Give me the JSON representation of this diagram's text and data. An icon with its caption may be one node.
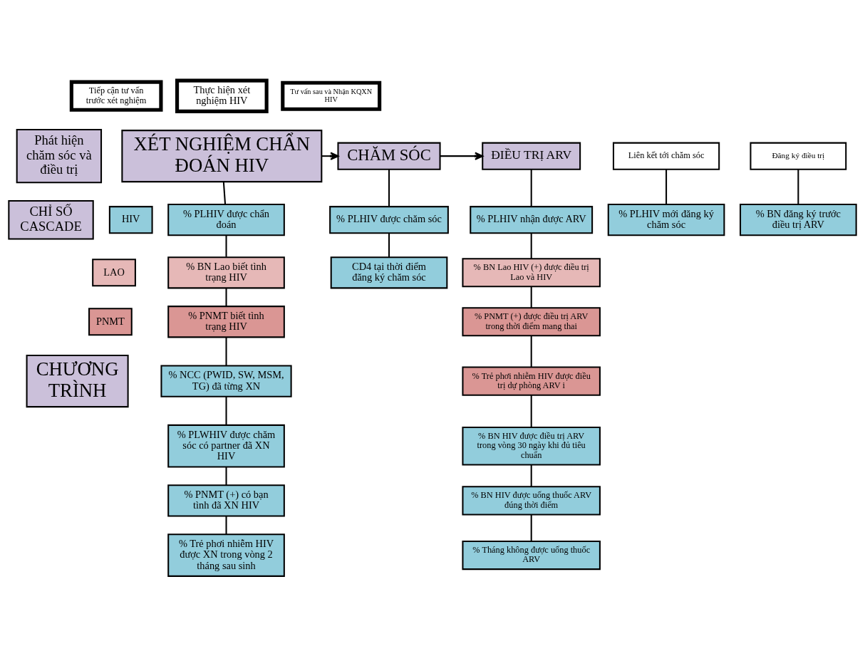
{
  "diagram": {
    "nodes": [
      {
        "text": [
          "Phát hiện chăm sóc và điều trị"
        ]
      },
      {
        "text": [
          "Tiếp cận tư vấn trước xét nghiệm"
        ]
      },
      {
        "text": [
          "Thực hiện xét nghiệm HIV"
        ]
      },
      {
        "text": [
          "Tư vấn sau và Nhận KQXN HIV"
        ]
      },
      {
        "text": [
          "XÉT NGHIỆM CHẨN ĐOÁN HIV"
        ]
      },
      {
        "text": [
          "Liên kết tới chăm sóc"
        ]
      },
      {
        "text": [
          "CHĂM SÓC"
        ]
      },
      {
        "text": [
          "Đăng ký điều trị"
        ]
      },
      {
        "text": [
          "ĐIỀU TRỊ ARV"
        ]
      },
      {
        "text": [
          "CHỈ SỐ CASCADE"
        ]
      },
      {
        "text": [
          "HIV"
        ]
      },
      {
        "text": [
          "LAO"
        ]
      },
      {
        "text": [
          "PNMT"
        ]
      },
      {
        "text": [
          "% PLHIV được chẩn đoán"
        ]
      },
      {
        "text": [
          "% BN Lao biết tình trạng HIV"
        ]
      },
      {
        "text": [
          "% PNMT biết tình trạng HIV"
        ]
      },
      {
        "text": [
          "% PLHIV mới đăng ký chăm sóc"
        ]
      },
      {
        "text": [
          "% PLHIV được chăm sóc"
        ]
      },
      {
        "text": [
          "% BN đăng ký trước điều trị ARV"
        ]
      },
      {
        "text": [
          "% PLHIV nhận được ARV"
        ]
      },
      {
        "text": [
          "% BN Lao HIV (+) được điều trị Lao và HIV"
        ]
      },
      {
        "text": [
          "% PNMT (+) được điều trị ARV trong thời điểm mang thai"
        ]
      },
      {
        "text": [
          "% Trẻ phơi nhiễm HIV được điều trị dự phòng ARV i"
        ]
      },
      {
        "text": [
          "CHƯƠNG TRÌNH"
        ]
      },
      {
        "text": [
          "% NCC (PWID, SW, MSM, TG) đã từng XN"
        ]
      },
      {
        "text": [
          "% PLWHIV được chăm sóc có partner đã XN HIV"
        ]
      },
      {
        "text": [
          "% PNMT (+) có bạn tình đã XN HIV"
        ]
      },
      {
        "text": [
          "% Trẻ phơi nhiễm HIV được XN trong vòng 2 tháng sau sinh"
        ]
      },
      {
        "text": [
          "CD4 tại thời điểm đăng ký chăm sóc"
        ]
      },
      {
        "text": [
          "% BN HIV được điều trị ARV trong vòng 30 ngày khi đủ tiêu chuẩn"
        ]
      },
      {
        "text": [
          "% BN HIV được uống thuốc ARV đúng thời điểm"
        ]
      },
      {
        "text": [
          "% Tháng không được uống thuốc ARV"
        ]
      }
    ],
    "edges": [
      {
        "from": 4,
        "to": 6,
        "arrow": "to"
      },
      {
        "from": 6,
        "to": 8,
        "arrow": "to"
      },
      {
        "from": 4,
        "to": 13,
        "arrow": "none"
      },
      {
        "from": 13,
        "to": 14,
        "arrow": "none"
      },
      {
        "from": 14,
        "to": 15,
        "arrow": "none"
      },
      {
        "from": 15,
        "to": 24,
        "arrow": "none"
      },
      {
        "from": 24,
        "to": 25,
        "arrow": "none"
      },
      {
        "from": 25,
        "to": 26,
        "arrow": "none"
      },
      {
        "from": 26,
        "to": 27,
        "arrow": "none"
      },
      {
        "from": 5,
        "to": 16,
        "arrow": "none"
      },
      {
        "from": 6,
        "to": 17,
        "arrow": "none"
      },
      {
        "from": 17,
        "to": 28,
        "arrow": "none"
      },
      {
        "from": 7,
        "to": 18,
        "arrow": "none"
      },
      {
        "from": 8,
        "to": 19,
        "arrow": "none"
      },
      {
        "from": 19,
        "to": 20,
        "arrow": "none"
      },
      {
        "from": 20,
        "to": 21,
        "arrow": "none"
      },
      {
        "from": 21,
        "to": 22,
        "arrow": "none"
      },
      {
        "from": 22,
        "to": 29,
        "arrow": "none"
      },
      {
        "from": 29,
        "to": 30,
        "arrow": "none"
      },
      {
        "from": 30,
        "to": 31,
        "arrow": "none"
      }
    ]
  }
}
